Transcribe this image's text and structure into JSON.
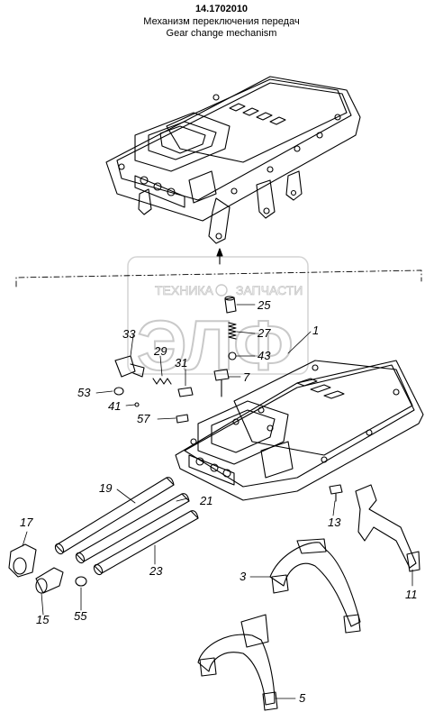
{
  "header": {
    "code": "14.1702010",
    "title_ru": "Механизм переключения передач",
    "title_en": "Gear change mechanism"
  },
  "watermark": {
    "line1_left": "ТЕХНИКА",
    "line1_right": "ЗАПЧАСТИ",
    "big": "ЭЛФ"
  },
  "callouts": [
    {
      "id": "c25",
      "label": "25"
    },
    {
      "id": "c1",
      "label": "1"
    },
    {
      "id": "c33",
      "label": "33"
    },
    {
      "id": "c27",
      "label": "27"
    },
    {
      "id": "c29",
      "label": "29"
    },
    {
      "id": "c43",
      "label": "43"
    },
    {
      "id": "c31",
      "label": "31"
    },
    {
      "id": "c7",
      "label": "7"
    },
    {
      "id": "c53",
      "label": "53"
    },
    {
      "id": "c41",
      "label": "41"
    },
    {
      "id": "c57",
      "label": "57"
    },
    {
      "id": "c19",
      "label": "19"
    },
    {
      "id": "c21",
      "label": "21"
    },
    {
      "id": "c13",
      "label": "13"
    },
    {
      "id": "c17",
      "label": "17"
    },
    {
      "id": "c3",
      "label": "3"
    },
    {
      "id": "c23",
      "label": "23"
    },
    {
      "id": "c11",
      "label": "11"
    },
    {
      "id": "c15",
      "label": "15"
    },
    {
      "id": "c55",
      "label": "55"
    },
    {
      "id": "c5",
      "label": "5"
    }
  ],
  "colors": {
    "line": "#000000",
    "watermark": "#c9c9c9",
    "background": "#ffffff"
  }
}
